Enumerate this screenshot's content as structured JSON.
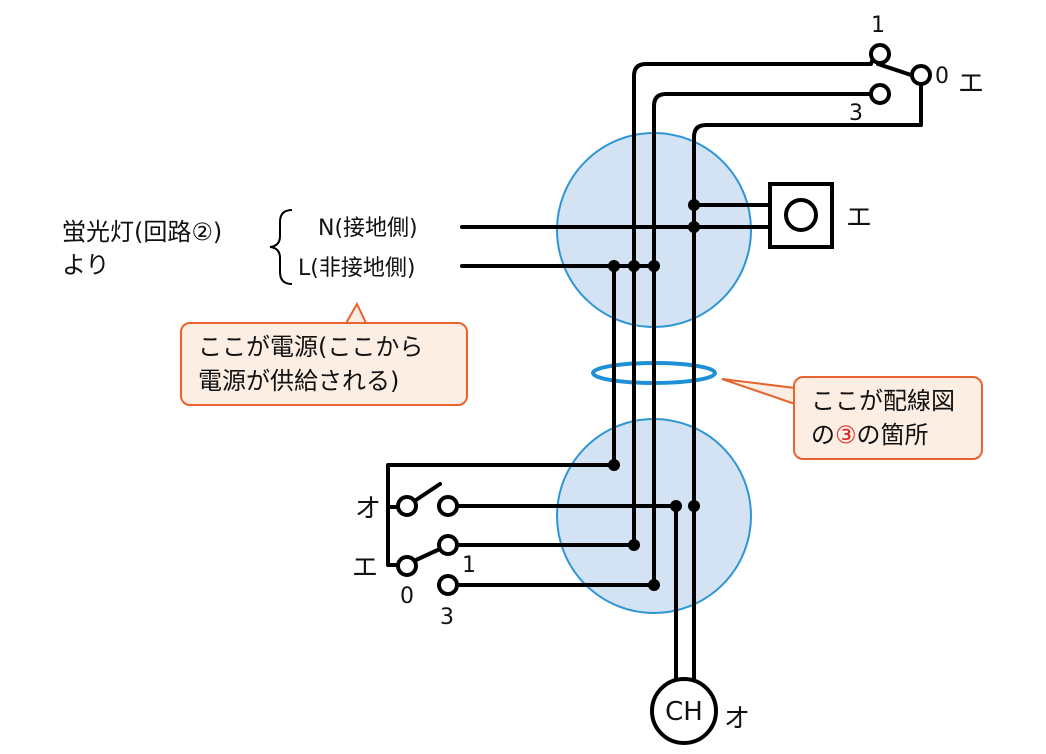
{
  "colors": {
    "wire": "#000000",
    "box_fill": "#d3e3f4",
    "box_stroke": "#2f96d6",
    "callout_fill": "#fdeee4",
    "callout_stroke": "#e8622c",
    "cable_ring": "#1f8fd6",
    "highlight_number": "#e02020"
  },
  "source": {
    "label_line1": "蛍光灯(回路②)",
    "label_line2": "より",
    "n_wire": "N(接地側)",
    "l_wire": "L(非接地側)"
  },
  "top_switch": {
    "terminal_1": "1",
    "terminal_0": "0",
    "terminal_3": "3",
    "symbol": "エ"
  },
  "top_outlet": {
    "symbol": "エ"
  },
  "left_switch_upper": {
    "symbol": "オ"
  },
  "left_switch_lower": {
    "symbol": "エ",
    "terminal_1": "1",
    "terminal_0": "0",
    "terminal_3": "3"
  },
  "fixture": {
    "text": "CH",
    "symbol": "オ"
  },
  "callout_source": {
    "line1": "ここが電源(ここから",
    "line2": "電源が供給される)"
  },
  "callout_wiring": {
    "line1": "ここが配線図",
    "line2_prefix": "の",
    "line2_number": "③",
    "line2_suffix": "の箇所"
  }
}
